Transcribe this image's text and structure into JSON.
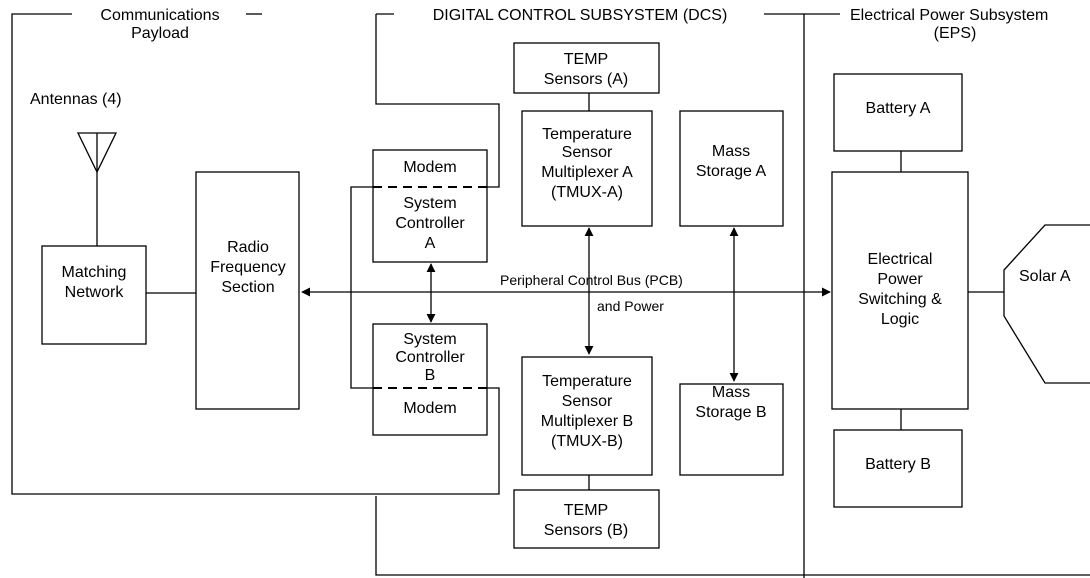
{
  "sections": {
    "comms_line1": "Communications",
    "comms_line2": "Payload",
    "dcs": "DIGITAL CONTROL SUBSYSTEM (DCS)",
    "eps_line1": "Electrical Power Subsystem",
    "eps_line2": "(EPS)"
  },
  "comms": {
    "antennas": "Antennas (4)",
    "matching_line1": "Matching",
    "matching_line2": "Network",
    "rf_line1": "Radio",
    "rf_line2": "Frequency",
    "rf_line3": "Section"
  },
  "dcs": {
    "modem_a": "Modem",
    "sc_a_line1": "System",
    "sc_a_line2": "Controller",
    "sc_a_line3": "A",
    "sc_b_line1": "System",
    "sc_b_line2": "Controller",
    "sc_b_line3": "B",
    "modem_b": "Modem",
    "temp_a_line1": "TEMP",
    "temp_a_line2": "Sensors (A)",
    "tmux_a_line1": "Temperature",
    "tmux_a_line2": "Sensor",
    "tmux_a_line3": "Multiplexer A",
    "tmux_a_line4": "(TMUX-A)",
    "tmux_b_line1": "Temperature",
    "tmux_b_line2": "Sensor",
    "tmux_b_line3": "Multiplexer B",
    "tmux_b_line4": "(TMUX-B)",
    "temp_b_line1": "TEMP",
    "temp_b_line2": "Sensors (B)",
    "mass_a_line1": "Mass",
    "mass_a_line2": "Storage A",
    "mass_b_line1": "Mass",
    "mass_b_line2": "Storage B"
  },
  "bus": {
    "line1": "Peripheral  Control Bus (PCB)",
    "line2": "and Power"
  },
  "eps": {
    "battery_a": "Battery A",
    "battery_b": "Battery B",
    "epsl_line1": "Electrical",
    "epsl_line2": "Power",
    "epsl_line3": "Switching &",
    "epsl_line4": "Logic",
    "solar": "Solar A"
  }
}
